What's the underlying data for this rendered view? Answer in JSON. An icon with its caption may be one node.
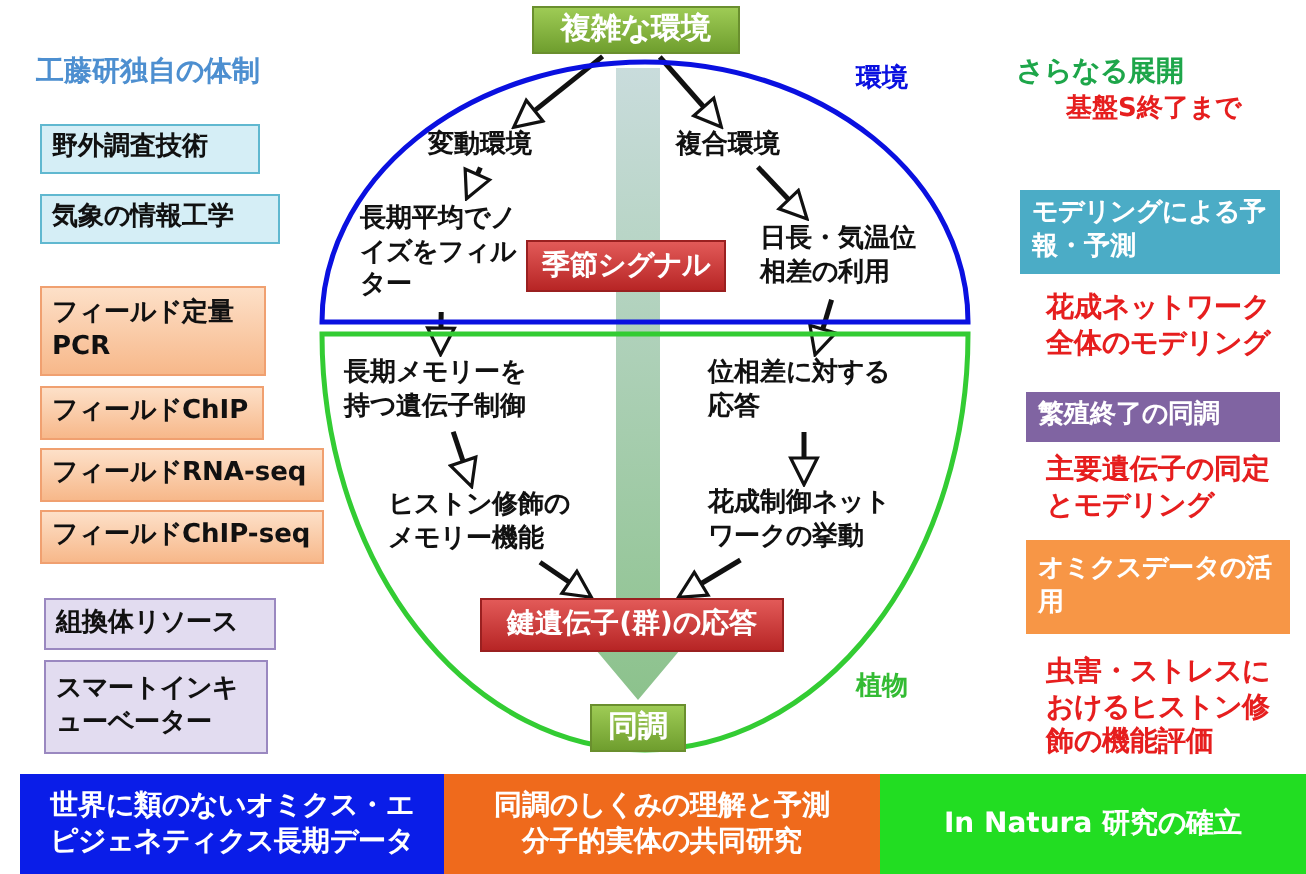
{
  "diagram": {
    "nodes": [
      {
        "text": [
          "複雑な環境"
        ]
      },
      {
        "text": [
          "環境"
        ]
      },
      {
        "text": [
          "変動環境"
        ],
        "in": 1
      },
      {
        "text": [
          "複合環境"
        ],
        "in": 1
      },
      {
        "text": [
          "長期平均でノイズをフィルター"
        ],
        "in": 1
      },
      {
        "text": [
          "日長・気温位相差の利用"
        ],
        "in": 1
      },
      {
        "text": [
          "季節シグナル"
        ],
        "in": 1
      },
      {
        "text": [
          "植物"
        ]
      },
      {
        "text": [
          "長期メモリーを持つ遺伝子制御"
        ],
        "in": 7
      },
      {
        "text": [
          "位相差に対する応答"
        ],
        "in": 7
      },
      {
        "text": [
          "ヒストン修飾のメモリー機能"
        ],
        "in": 7
      },
      {
        "text": [
          "花成制御ネットワークの挙動"
        ],
        "in": 7
      },
      {
        "text": [
          "鍵遺伝子(群)の応答"
        ],
        "in": 7
      },
      {
        "text": [
          "同調"
        ],
        "in": 7
      },
      {
        "text": [
          "野外調査技術"
        ]
      },
      {
        "text": [
          "気象の情報工学"
        ]
      },
      {
        "text": [
          "フィールド定量PCR"
        ]
      },
      {
        "text": [
          "フィールドChIP"
        ]
      },
      {
        "text": [
          "フィールドRNA-seq"
        ]
      },
      {
        "text": [
          "フィールドChIP-seq"
        ]
      },
      {
        "text": [
          "組換体リソース"
        ]
      },
      {
        "text": [
          "スマートインキューベーター"
        ]
      },
      {
        "text": [
          "モデリングによる予報・予測"
        ],
        "beside": [
          "花成ネットワーク全体のモデリング"
        ]
      },
      {
        "text": [
          "繁殖終了の同調"
        ],
        "beside": [
          "主要遺伝子の同定とモデリング"
        ]
      },
      {
        "text": [
          "オミクスデータの活用"
        ],
        "beside": [
          "虫害・ストレスにおけるヒストン修飾の機能評価"
        ]
      },
      {
        "text": [
          "世界に類のないオミクス・エピジェネティクス長期データ"
        ]
      },
      {
        "text": [
          "同調のしくみの理解と予測分子的実体の共同研究"
        ]
      },
      {
        "text": [
          "In Natura 研究の確立"
        ]
      }
    ],
    "edges": [
      {
        "from": 0,
        "to": 2,
        "arrow": "to"
      },
      {
        "from": 0,
        "to": 3,
        "arrow": "to"
      },
      {
        "from": 2,
        "to": 4,
        "arrow": "to"
      },
      {
        "from": 3,
        "to": 5,
        "arrow": "to"
      },
      {
        "from": 4,
        "to": 8,
        "arrow": "to"
      },
      {
        "from": 5,
        "to": 9,
        "arrow": "to"
      },
      {
        "from": 8,
        "to": 10,
        "arrow": "to"
      },
      {
        "from": 10,
        "to": 12,
        "arrow": "to"
      },
      {
        "from": 9,
        "to": 11,
        "arrow": "to"
      },
      {
        "from": 11,
        "to": 12,
        "arrow": "to"
      }
    ],
    "labels": [
      "工藤研独自の体制",
      "さらなる展開",
      "基盤S終了まで"
    ]
  }
}
